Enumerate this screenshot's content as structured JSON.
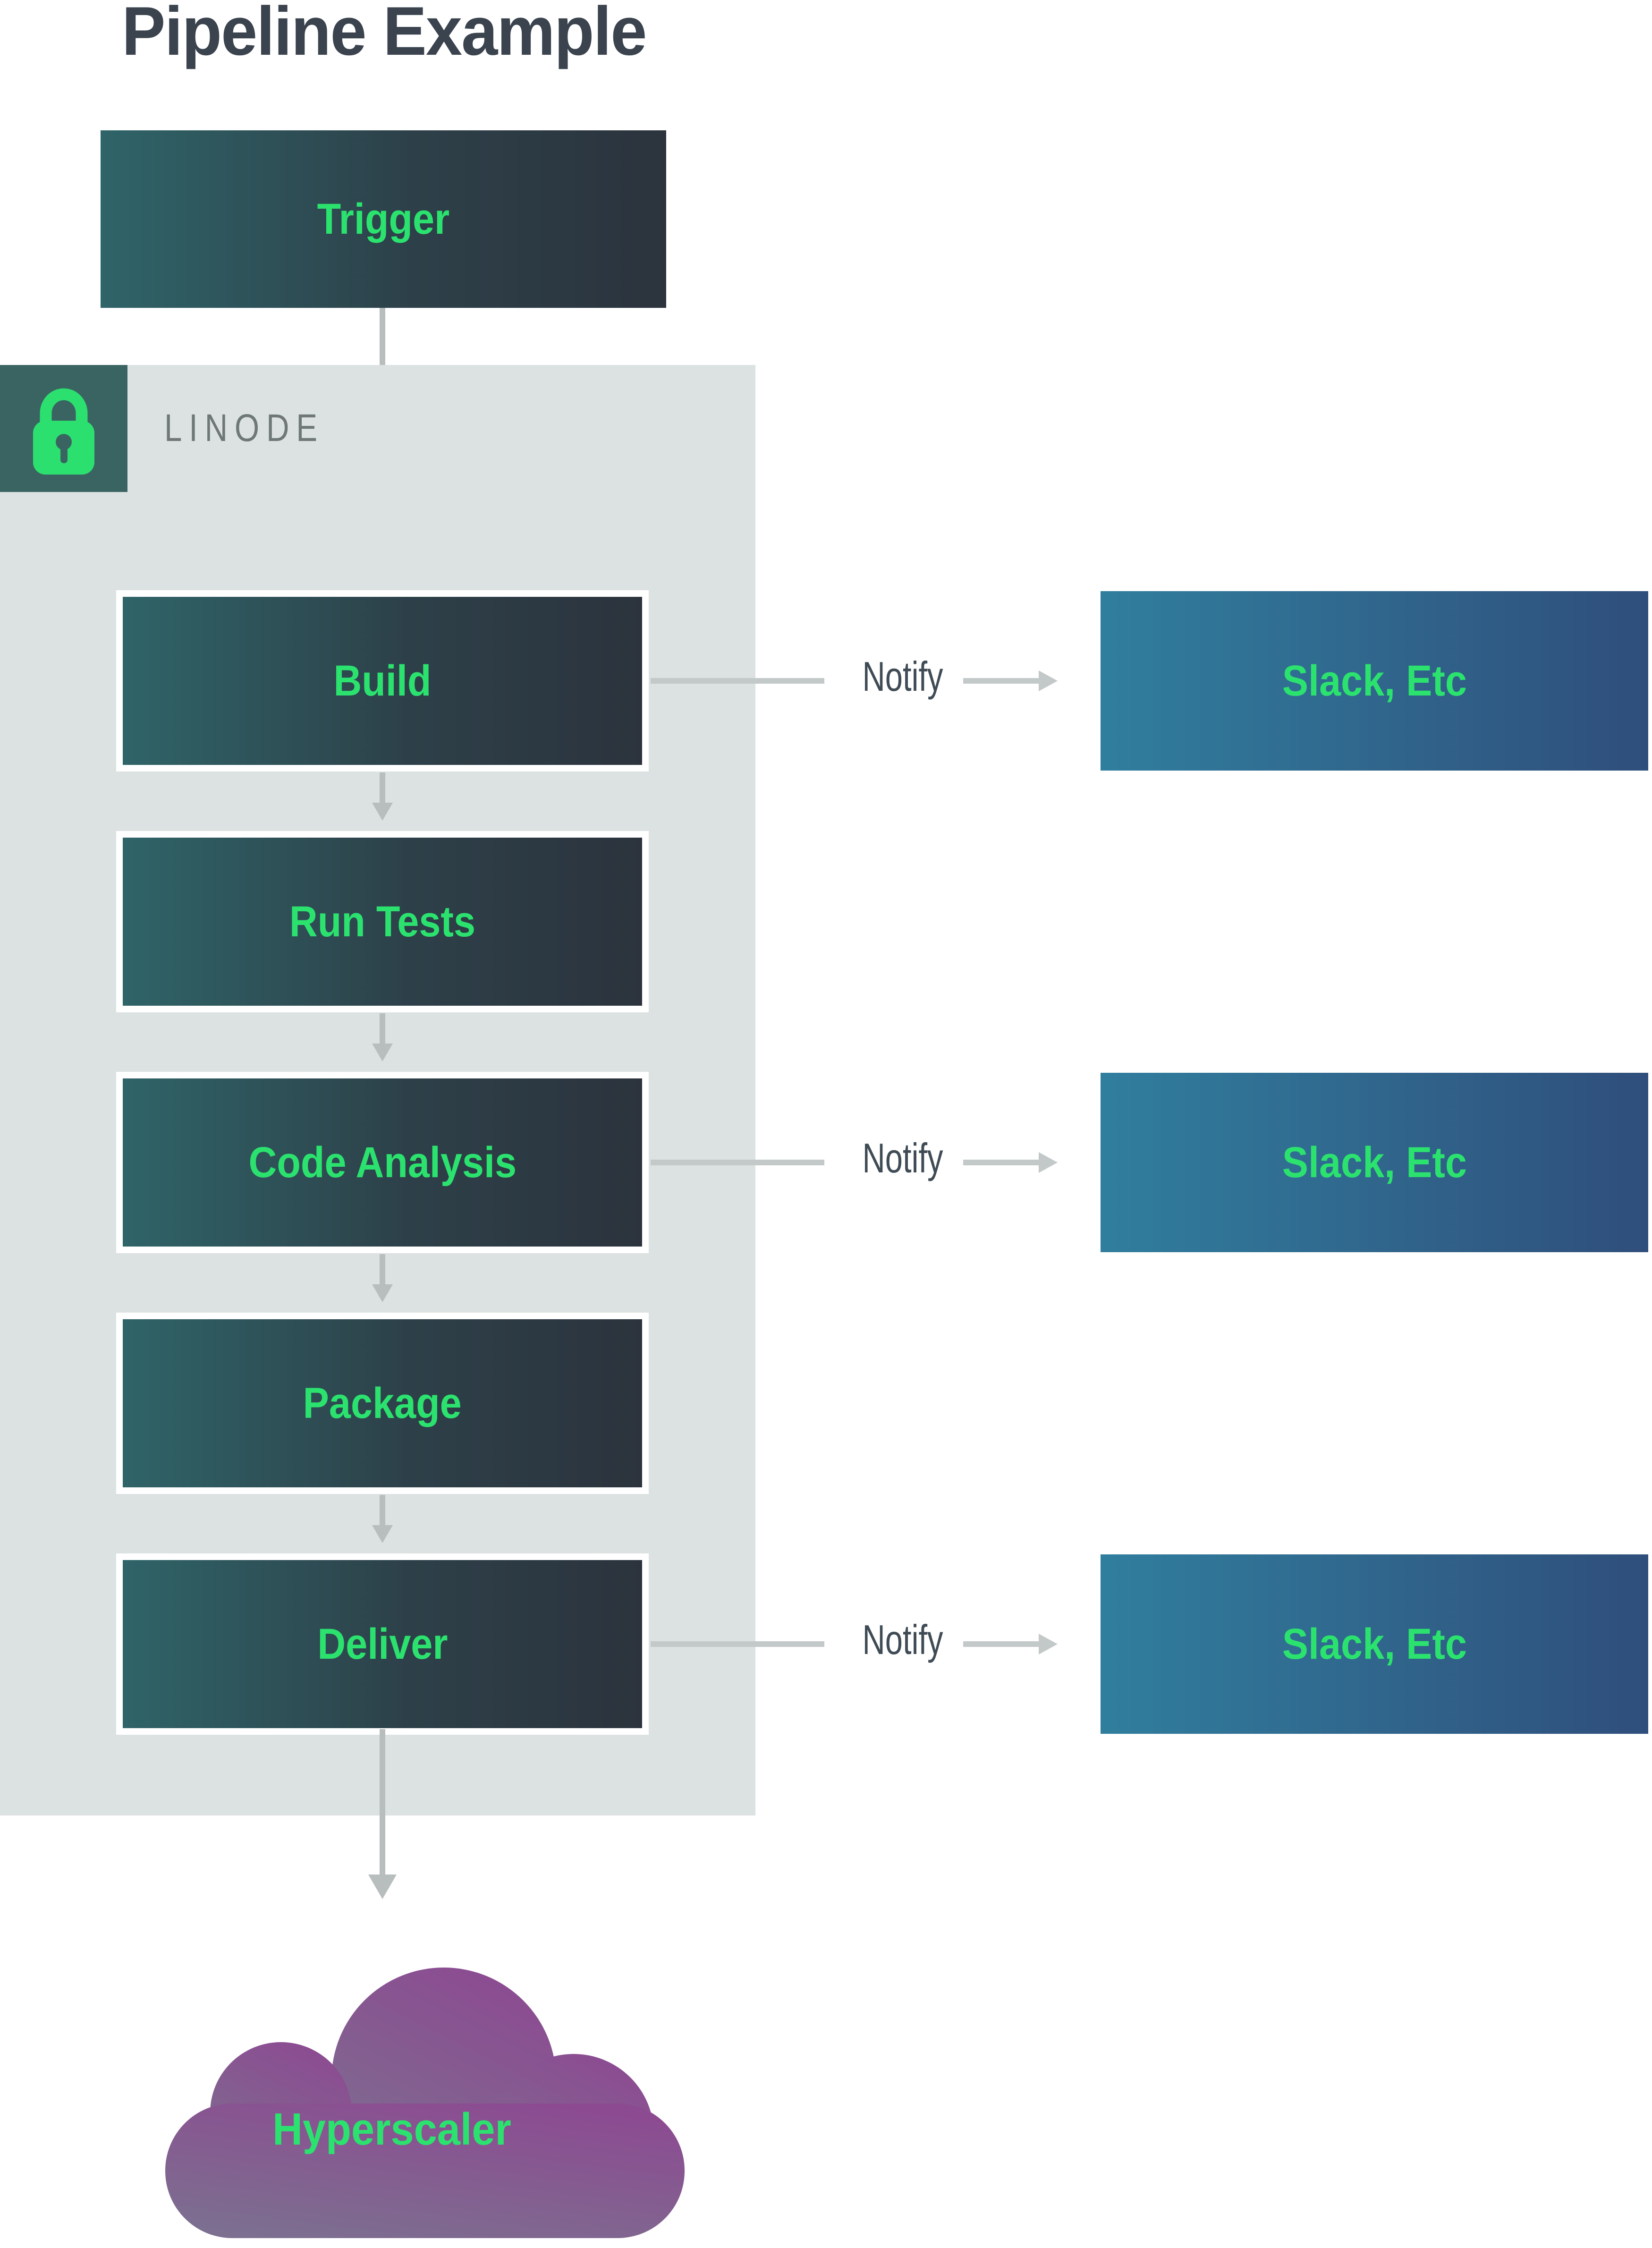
{
  "title": "Pipeline Example",
  "trigger": {
    "label": "Trigger"
  },
  "container": {
    "label": "LINODE",
    "lock_icon": "lock-icon",
    "background": "#dce2e1",
    "lock_square_color": "#3a6461"
  },
  "pipeline": [
    {
      "label": "Build",
      "notify": true
    },
    {
      "label": "Run Tests",
      "notify": false
    },
    {
      "label": "Code Analysis",
      "notify": true
    },
    {
      "label": "Package",
      "notify": false
    },
    {
      "label": "Deliver",
      "notify": true
    }
  ],
  "notify_rows": [
    {
      "label": "Notify",
      "target": "Slack, Etc",
      "source": "Build"
    },
    {
      "label": "Notify",
      "target": "Slack, Etc",
      "source": "Code Analysis"
    },
    {
      "label": "Notify",
      "target": "Slack, Etc",
      "source": "Deliver"
    }
  ],
  "cloud": {
    "label": "Hyperscaler"
  },
  "colors": {
    "accent_green": "#2be26e",
    "stage_gradient_start": "#2f6468",
    "stage_gradient_end": "#2c333d",
    "slack_gradient_start": "#307e9e",
    "slack_gradient_end": "#2f4e7b",
    "cloud_gradient_start": "#8c4b91",
    "cloud_gradient_end": "#7c6f90",
    "title_color": "#3a434e",
    "arrow_gray": "#b7bebd"
  }
}
